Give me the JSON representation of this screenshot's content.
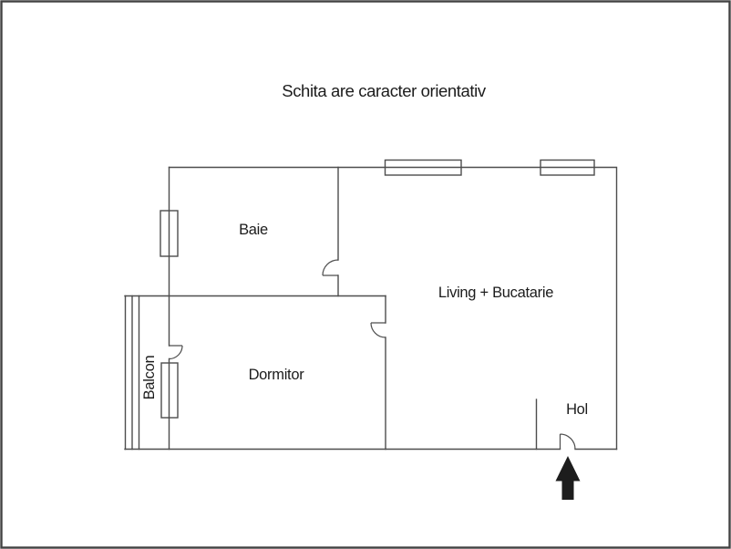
{
  "title": "Schita are caracter orientativ",
  "diagram": {
    "type": "apartment-floor-plan",
    "rooms": {
      "baie": "Baie",
      "living": "Living + Bucatarie",
      "dormitor": "Dormitor",
      "hol": "Hol",
      "balcon": "Balcon"
    },
    "entrance": {
      "marker": "up-arrow",
      "location": "bottom wall, below Hol"
    },
    "counts": {
      "windows": 4,
      "door_arcs": 4
    }
  },
  "colors": {
    "background": "#ffffff",
    "wall": "#4d4d4d",
    "text": "#1c1c1c",
    "arrow": "#1d1d1d",
    "border": "#424242"
  }
}
